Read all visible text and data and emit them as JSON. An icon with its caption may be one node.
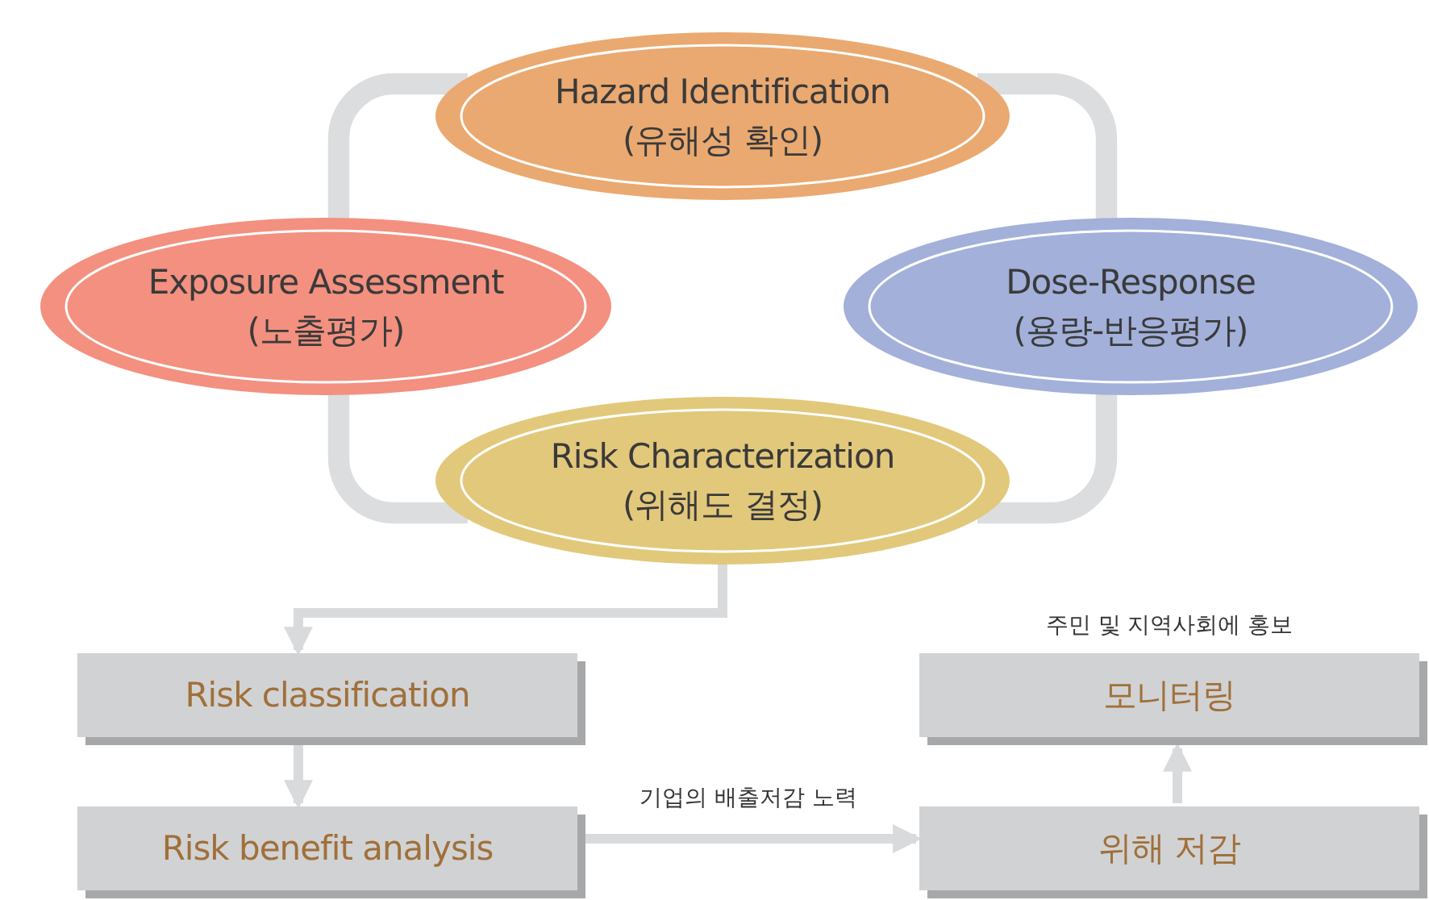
{
  "diagram": {
    "nodes": [
      {
        "text": [
          "Hazard Identification",
          "(유해성 확인)"
        ]
      },
      {
        "text": [
          "Exposure Assessment",
          "(노출평가)"
        ]
      },
      {
        "text": [
          "Dose-Response",
          "(용량-반응평가)"
        ]
      },
      {
        "text": [
          "Risk Characterization",
          "(위해도 결정)"
        ]
      },
      {
        "text": [
          "Risk classification"
        ]
      },
      {
        "text": [
          "모니터링"
        ],
        "beside": [
          "주민 및 지역사회에 홍보"
        ]
      },
      {
        "text": [
          "Risk benefit analysis"
        ]
      },
      {
        "text": [
          "위해 저감"
        ]
      }
    ],
    "edges": [
      {
        "from": 0,
        "to": 1,
        "arrow": "none",
        "style": "thick"
      },
      {
        "from": 0,
        "to": 2,
        "arrow": "none",
        "style": "thick"
      },
      {
        "from": 1,
        "to": 3,
        "arrow": "none",
        "style": "thick"
      },
      {
        "from": 2,
        "to": 3,
        "arrow": "none",
        "style": "thick"
      },
      {
        "from": 3,
        "to": 4,
        "arrow": "to"
      },
      {
        "from": 4,
        "to": 6,
        "arrow": "to"
      },
      {
        "from": 6,
        "to": 7,
        "arrow": "to",
        "label": "기업의 배출저감 노력"
      },
      {
        "from": 7,
        "to": 5,
        "arrow": "to"
      }
    ]
  }
}
